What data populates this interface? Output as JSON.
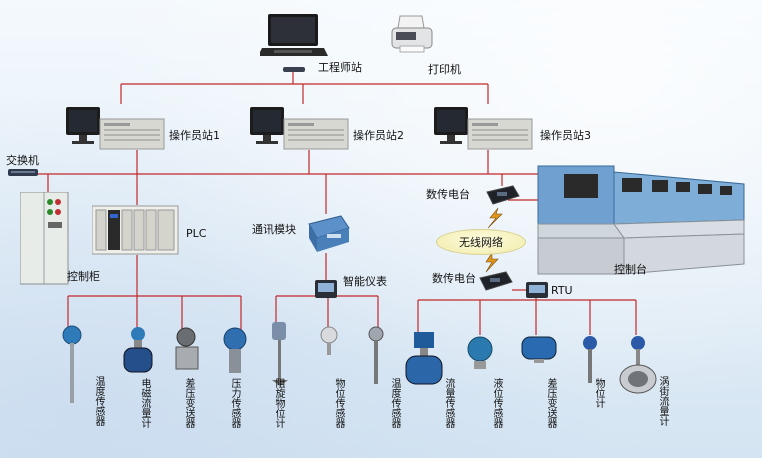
{
  "nodes": {
    "engineer": "工程师站",
    "printer": "打印机",
    "op1": "操作员站1",
    "op2": "操作员站2",
    "op3": "操作员站3",
    "switch": "交换机",
    "plc": "PLC",
    "cabinet": "控制柜",
    "comm_module": "通讯模块",
    "smart_meter": "智能仪表",
    "radio_top": "数传电台",
    "radio_bottom": "数传电台",
    "wireless": "无线网络",
    "rtu": "RTU",
    "console": "控制台"
  },
  "sensors": [
    "温度传感器",
    "电磁流量计",
    "差压变送器",
    "压力传感器",
    "阻旋物位计",
    "物位传感器",
    "温度传感器",
    "流量传感器",
    "液位传感器",
    "差压变送器",
    "物位计",
    "涡街流量计"
  ]
}
